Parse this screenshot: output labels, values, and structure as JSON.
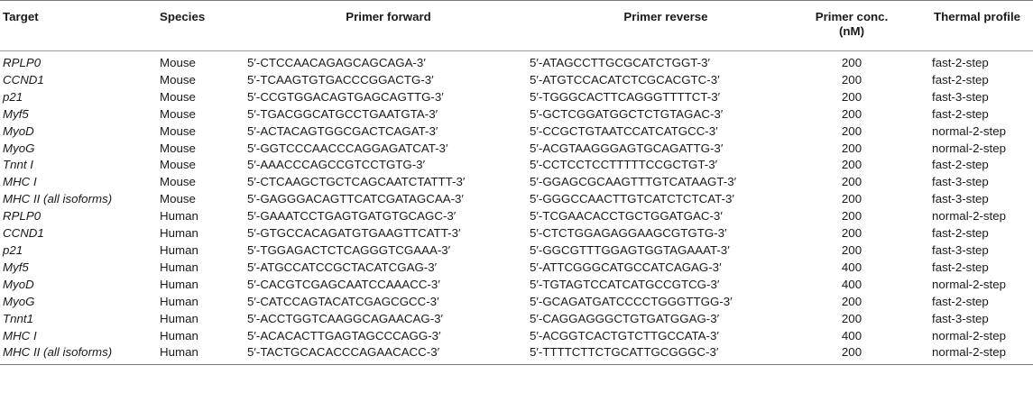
{
  "headers": {
    "target": "Target",
    "species": "Species",
    "forward": "Primer forward",
    "reverse": "Primer reverse",
    "conc_line1": "Primer conc.",
    "conc_line2": "(nM)",
    "profile": "Thermal profile"
  },
  "rows": [
    {
      "target": "RPLP0",
      "species": "Mouse",
      "forward": "5′-CTCCAACAGAGCAGCAGA-3′",
      "reverse": "5′-ATAGCCTTGCGCATCTGGT-3′",
      "conc": "200",
      "profile": "fast-2-step"
    },
    {
      "target": "CCND1",
      "species": "Mouse",
      "forward": "5′-TCAAGTGTGACCCGGACTG-3′",
      "reverse": "5′-ATGTCCACATCTCGCACGTC-3′",
      "conc": "200",
      "profile": "fast-2-step"
    },
    {
      "target": "p21",
      "species": "Mouse",
      "forward": "5′-CCGTGGACAGTGAGCAGTTG-3′",
      "reverse": "5′-TGGGCACTTCAGGGTTTTCT-3′",
      "conc": "200",
      "profile": "fast-3-step"
    },
    {
      "target": "Myf5",
      "species": "Mouse",
      "forward": "5′-TGACGGCATGCCTGAATGTA-3′",
      "reverse": "5′-GCTCGGATGGCTCTGTAGAC-3′",
      "conc": "200",
      "profile": "fast-2-step"
    },
    {
      "target": "MyoD",
      "species": "Mouse",
      "forward": "5′-ACTACAGTGGCGACTCAGAT-3′",
      "reverse": "5′-CCGCTGTAATCCATCATGCC-3′",
      "conc": "200",
      "profile": "normal-2-step"
    },
    {
      "target": "MyoG",
      "species": "Mouse",
      "forward": "5′-GGTCCCAACCCAGGAGATCAT-3′",
      "reverse": "5′-ACGTAAGGGAGTGCAGATTG-3′",
      "conc": "200",
      "profile": "normal-2-step"
    },
    {
      "target": "Tnnt I",
      "species": "Mouse",
      "forward": "5′-AAACCCAGCCGTCCTGTG-3′",
      "reverse": "5′-CCTCCTCCTTTTTCCGCTGT-3′",
      "conc": "200",
      "profile": "fast-2-step"
    },
    {
      "target": "MHC I",
      "species": "Mouse",
      "forward": "5′-CTCAAGCTGCTCAGCAATCTATTT-3′",
      "reverse": "5′-GGAGCGCAAGTTTGTCATAAGT-3′",
      "conc": "200",
      "profile": "fast-3-step"
    },
    {
      "target": "MHC II (all isoforms)",
      "species": "Mouse",
      "forward": "5′-GAGGGACAGTTCATCGATAGCAA-3′",
      "reverse": "5′-GGGCCAACTTGTCATCTCTCAT-3′",
      "conc": "200",
      "profile": "fast-3-step"
    },
    {
      "target": "RPLP0",
      "species": "Human",
      "forward": "5′-GAAATCCTGAGTGATGTGCAGC-3′",
      "reverse": "5′-TCGAACACCTGCTGGATGAC-3′",
      "conc": "200",
      "profile": "normal-2-step"
    },
    {
      "target": "CCND1",
      "species": "Human",
      "forward": "5′-GTGCCACAGATGTGAAGTTCATT-3′",
      "reverse": "5′-CTCTGGAGAGGAAGCGTGTG-3′",
      "conc": "200",
      "profile": "fast-2-step"
    },
    {
      "target": "p21",
      "species": "Human",
      "forward": "5′-TGGAGACTCTCAGGGTCGAAA-3′",
      "reverse": "5′-GGCGTTTGGAGTGGTAGAAAT-3′",
      "conc": "200",
      "profile": "fast-3-step"
    },
    {
      "target": "Myf5",
      "species": "Human",
      "forward": "5′-ATGCCATCCGCTACATCGAG-3′",
      "reverse": "5′-ATTCGGGCATGCCATCAGAG-3′",
      "conc": "400",
      "profile": "fast-2-step"
    },
    {
      "target": "MyoD",
      "species": "Human",
      "forward": "5′-CACGTCGAGCAATCCAAACC-3′",
      "reverse": "5′-TGTAGTCCATCATGCCGTCG-3′",
      "conc": "400",
      "profile": "normal-2-step"
    },
    {
      "target": "MyoG",
      "species": "Human",
      "forward": "5′-CATCCAGTACATCGAGCGCC-3′",
      "reverse": "5′-GCAGATGATCCCCTGGGTTGG-3′",
      "conc": "200",
      "profile": "fast-2-step"
    },
    {
      "target": "Tnnt1",
      "species": "Human",
      "forward": "5′-ACCTGGTCAAGGCAGAACAG-3′",
      "reverse": "5′-CAGGAGGGCTGTGATGGAG-3′",
      "conc": "200",
      "profile": "fast-3-step"
    },
    {
      "target": "MHC I",
      "species": "Human",
      "forward": "5′-ACACACTTGAGTAGCCCAGG-3′",
      "reverse": "5′-ACGGTCACTGTCTTGCCATA-3′",
      "conc": "400",
      "profile": "normal-2-step"
    },
    {
      "target": "MHC II (all isoforms)",
      "species": "Human",
      "forward": "5′-TACTGCACACCCAGAACACC-3′",
      "reverse": "5′-TTTTCTTCTGCATTGCGGGC-3′",
      "conc": "200",
      "profile": "normal-2-step"
    }
  ]
}
